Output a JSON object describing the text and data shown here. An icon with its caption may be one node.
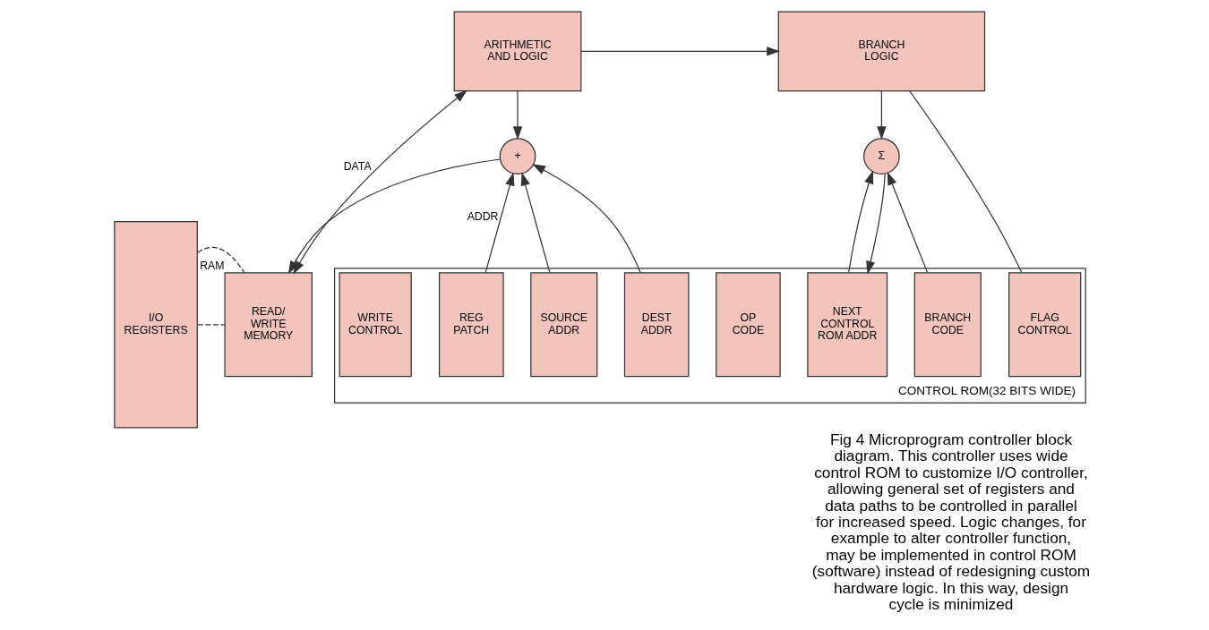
{
  "diagram": {
    "caption": "Fig 4 Microprogram controller block diagram. This controller uses wide control ROM to customize I/O controller, allowing general set of registers and data paths to be controlled in parallel for increased speed. Logic changes, for example to alter controller function, may be implemented in control ROM (software) instead of redesigning custom hardware logic. In this way, design cycle is minimized",
    "nodes": [
      {
        "text": [
          "I/O REGISTERS"
        ]
      },
      {
        "text": [
          "ARITHMETIC AND LOGIC"
        ]
      },
      {
        "text": [
          "BRANCH LOGIC"
        ]
      },
      {
        "text": [
          "+"
        ]
      },
      {
        "text": [
          "Σ"
        ]
      },
      {
        "text": [
          "READ/ WRITE MEMORY"
        ],
        "beside": [
          "RAM"
        ]
      },
      {
        "text": [
          "CONTROL ROM(32 BITS WIDE)"
        ]
      },
      {
        "text": [
          "WRITE CONTROL"
        ],
        "in": 6
      },
      {
        "text": [
          "REG PATCH"
        ],
        "in": 6
      },
      {
        "text": [
          "OP CODE"
        ],
        "in": 6
      },
      {
        "text": [
          "SOURCE ADDR"
        ],
        "in": 6
      },
      {
        "text": [
          "DEST ADDR"
        ],
        "in": 6
      },
      {
        "text": [
          "FLAG CONTROL"
        ],
        "in": 6
      },
      {
        "text": [
          "BRANCH CODE"
        ],
        "in": 6
      },
      {
        "text": [
          "NEXT CONTROL ROM ADDR"
        ],
        "in": 6
      }
    ],
    "edges": [
      {
        "from": 1,
        "to": 2,
        "arrow": "to"
      },
      {
        "from": 5,
        "to": 1,
        "arrow": "both",
        "label": "DATA"
      },
      {
        "from": 1,
        "to": 3,
        "arrow": "to"
      },
      {
        "from": 3,
        "to": 5,
        "arrow": "to"
      },
      {
        "from": 8,
        "to": 3,
        "arrow": "to",
        "label": "ADDR"
      },
      {
        "from": 10,
        "to": 3,
        "arrow": "to"
      },
      {
        "from": 11,
        "to": 3,
        "arrow": "to"
      },
      {
        "from": 2,
        "to": 12,
        "arrow": "none"
      },
      {
        "from": 2,
        "to": 4,
        "arrow": "to"
      },
      {
        "from": 13,
        "to": 4,
        "arrow": "to"
      },
      {
        "from": 14,
        "to": 4,
        "arrow": "to"
      },
      {
        "from": 4,
        "to": 14,
        "arrow": "to"
      },
      {
        "from": 0,
        "to": 5,
        "arrow": "none",
        "style": "dashed"
      },
      {
        "from": 0,
        "to": 5,
        "arrow": "none",
        "style": "dashed"
      }
    ]
  }
}
